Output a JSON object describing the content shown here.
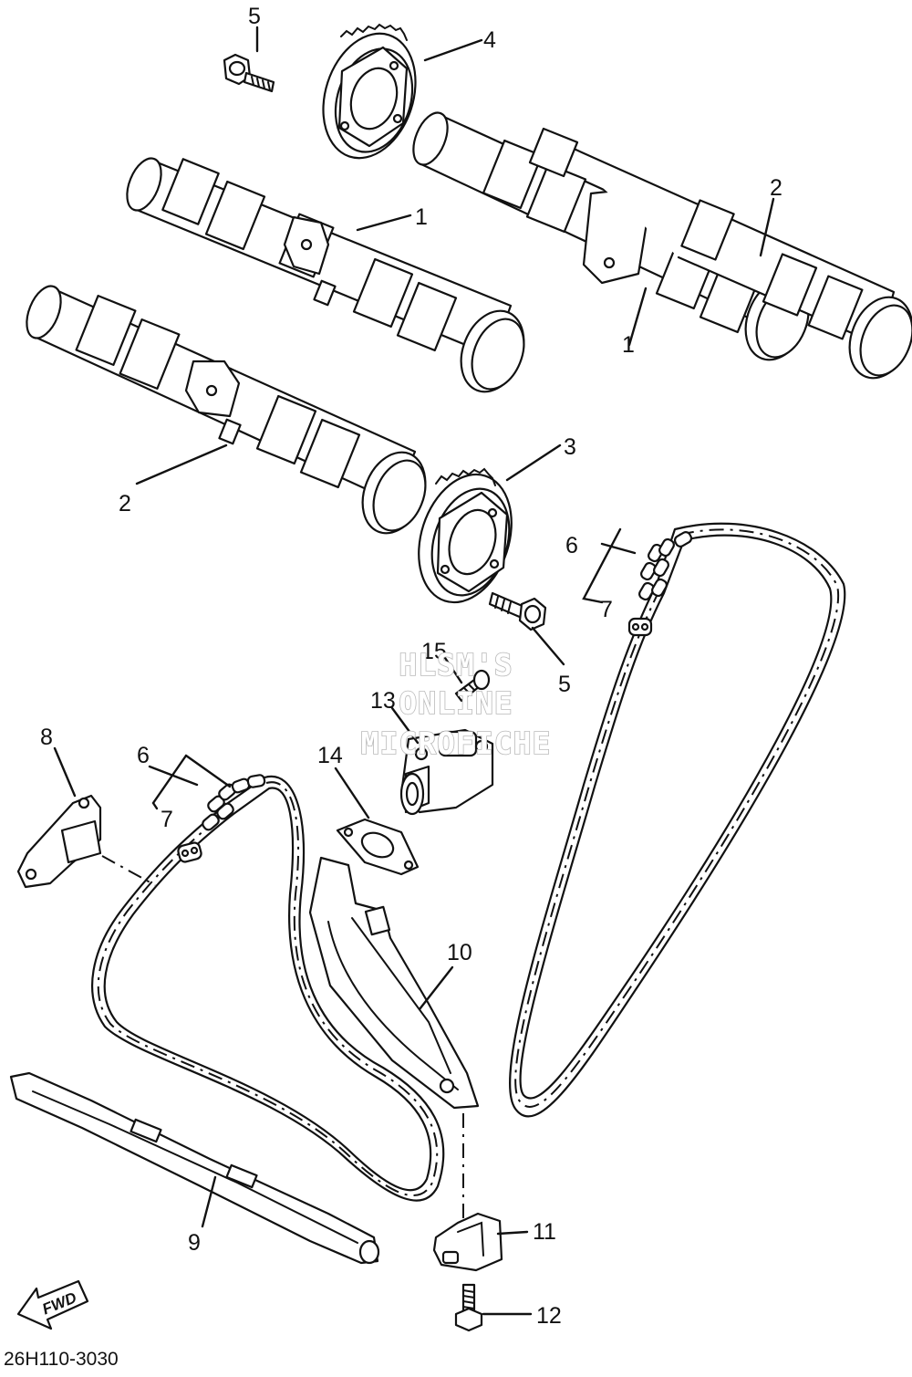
{
  "diagram_code": "26H110-3030",
  "fwd_label": "FWD",
  "watermark": [
    "HLSM'S",
    "ONLINE",
    "MICROFICHE"
  ],
  "callouts": {
    "camshaft_1_upper": "1",
    "camshaft_1_lower": "1",
    "camshaft_2_upper": "2",
    "camshaft_2_lower": "2",
    "sprocket_3": "3",
    "sprocket_4": "4",
    "bolt_5_upper": "5",
    "bolt_5_lower": "5",
    "chain_6_right": "6",
    "chain_6_left": "6",
    "link_7_right": "7",
    "link_7_left": "7",
    "stopper_8": "8",
    "guide_9": "9",
    "guide_10": "10",
    "bracket_11": "11",
    "bolt_12": "12",
    "tensioner_13": "13",
    "gasket_14": "14",
    "bolt_15": "15"
  }
}
